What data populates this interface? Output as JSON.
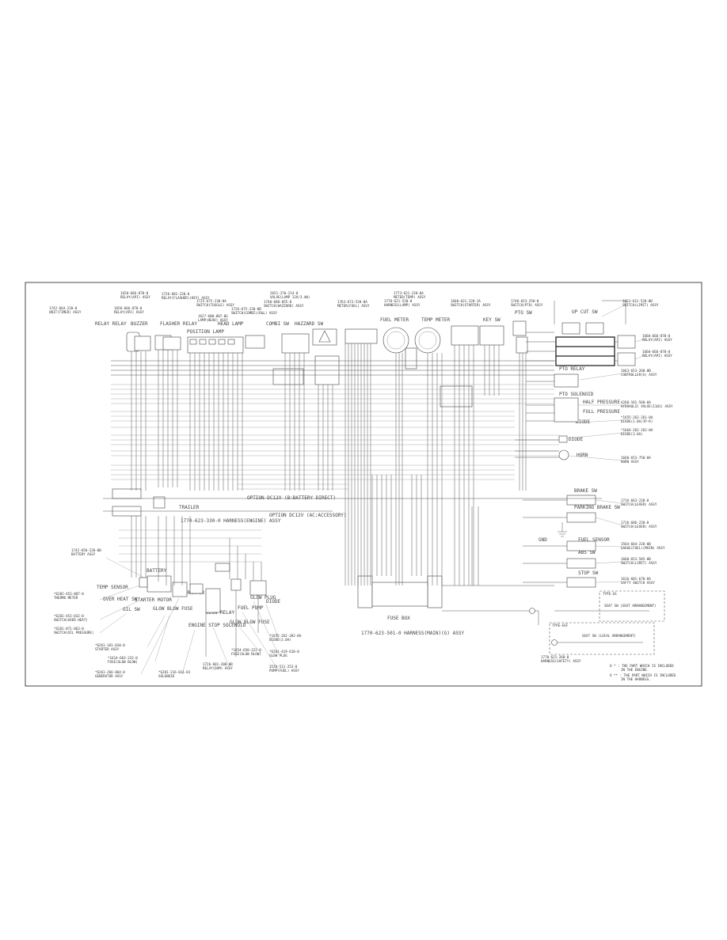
{
  "part_labels": {
    "unit_timer": [
      "1742-664-220-0",
      "UNIT(TIMER) ASSY"
    ],
    "relay_api_1": [
      "1650-666-870-0",
      "RELAY(API) ASSY"
    ],
    "relay_api_2": [
      "1650-666-870-0",
      "RELAY(API) ASSY"
    ],
    "relay_flasher": [
      "1726-681-220-0",
      "RELAY(FLASHER)(KEY) ASSY"
    ],
    "switch_toggle": [
      "1725-675-230-0A",
      "SWITCH(TOGGLE) ASSY"
    ],
    "lamp_head": [
      "1627-680-007-0G",
      "LAMP(HEAD) ASSY"
    ],
    "switch_combo": [
      "1726-675-220-0B",
      "SWITCH(COMBI)(R&L) ASSY"
    ],
    "valve_lamp": [
      "2651-270-214-0",
      "VALVE(LAMP 12V/3.4W)"
    ],
    "switch_hazzard": [
      "1740-680-055-0",
      "SWITCH(HAZZARD) ASSY"
    ],
    "meter_fuel": [
      "1763-673-520-0A",
      "METER(FUEL) ASSY"
    ],
    "meter_temp": [
      "1773-621-220-0A",
      "METER(TEMP) ASSY"
    ],
    "harness_lamp": [
      "1770-621-520-0",
      "HARNESS(LAMP) ASSY"
    ],
    "switch_starter": [
      "1660-621-220-1A",
      "SWITCH(STARTER) ASSY"
    ],
    "switch_pto": [
      "1740-653-250-0",
      "SWITCH(PTO) ASSY"
    ],
    "switch_limit_1": [
      "1663-631-520-0B",
      "SWITCH(LIMIT) ASSY"
    ],
    "relay_api_3": [
      "1660-666-870-0",
      "RELAY(API) ASSY"
    ],
    "relay_api_4": [
      "1660-666-870-0",
      "RELAY(API) ASSY"
    ],
    "controller": [
      "1663-653-260-0B",
      "CONTROLLER(G) ASSY"
    ],
    "hydraulic_valve": [
      "A260-181-560-0A",
      "HYDRAULIC VALVE(1101) ASSY"
    ],
    "diode_1": [
      "*1655-262-261-0A",
      "DIODE(1.0A/1P-R)"
    ],
    "diode_2": [
      "*1664-262-262-0A",
      "DIODE(3.0A)"
    ],
    "horn": [
      "1660-653-750-0A",
      "HORN ASSY"
    ],
    "switch_lever_1": [
      "1716-663-220-0",
      "SWITCH(LEVER) ASSY"
    ],
    "switch_lever_2": [
      "1716-686-220-0",
      "SWITCH(LEVER) ASSY"
    ],
    "gauge_fuel": [
      "1564-664-220-0B",
      "GAUGE(FUEL)(MAIN) ASSY"
    ],
    "switch_limit_2": [
      "1660-653-505-0B",
      "SWITCH(LIMIT) ASSY"
    ],
    "safety_switch": [
      "1616-601-670-0A",
      "SAFTY SWITCH ASSY"
    ],
    "battery": [
      "1742-650-220-0B",
      "BATTERY ASSY"
    ],
    "thermo_meter": [
      "*6282-453-007-0",
      "THERMO METER"
    ],
    "switch_over_heat": [
      "*6282-453-032-0",
      "SWITCH(OVER HEAT)"
    ],
    "switch_oil": [
      "*6281-071-063-0",
      "SWITCH(OIL PRESSURE)"
    ],
    "starter": [
      "*6261-181-010-0",
      "STARTER ASSY"
    ],
    "fuse_glow": [
      "*1614-663-232-0",
      "FUSE(GLOW BLOW)"
    ],
    "generator": [
      "*6261-266-064-0",
      "GENERATOR ASSY"
    ],
    "solenoid": [
      "*6281-216-011-01",
      "SOLENOID"
    ],
    "relay_dam": [
      "1726-681-200-0B",
      "RELAY(DAM) ASSY"
    ],
    "fuse_glow_blow": [
      "*1654-650-222-0",
      "FUSE(GLOW BLOW)"
    ],
    "diode_3": [
      "*1655-262-202-0A",
      "DIODE(3.0A)"
    ],
    "glow_plug": [
      "*6281-419-610-0",
      "GLOW PLUG"
    ],
    "pump_fuel": [
      "3520-511-253-0",
      "PUMP(FUEL) ASSY"
    ],
    "harness_safety": [
      "1770-621-260-0",
      "HARNESS(SAFETY) ASSY"
    ]
  },
  "component_titles": {
    "relay_relay": "RELAY RELAY",
    "buzzer": "BUZZER",
    "flasher_relay": "FLASHER RELAY",
    "position_lamp": "POSITION LAMP",
    "head_lamp": "HEAD LAMP",
    "combi_sw": "COMBI SW",
    "hazzard_sw": "HAZZARD SW",
    "fuel_meter": "FUEL METER",
    "temp_meter": "TEMP METER",
    "key_sw": "KEY SW",
    "pto_sw": "PTO SW",
    "up_cut_sw": "UP CUT SW",
    "pto_relay": "PTO RELAY",
    "pto_solenoid": "PTO SOLENOID",
    "half_pressure": "HALF PRESSURE",
    "full_pressure": "FULL PRESSURE",
    "diode": "DIODE",
    "horn": "HORN",
    "brake_sw": "BRAKE SW",
    "parking_brake_sw": "PARKING BRAKE SW",
    "gnd": "GND",
    "fuel_sensor": "FUEL SENSOR",
    "abs_sw": "ABS SW",
    "stop_sw": "STOP SW",
    "trailer": "TRAILER",
    "option_dc12v_1": "OPTION DC12V (B:BATTERY DIRECT)",
    "option_dc12v_2": "OPTION DC12V (AC:ACCESSORY)",
    "battery": "BATTERY",
    "temp_sensor": "TEMP SENSOR",
    "over_heat": "OVER HEAT SW",
    "oil_sw": "OIL SW",
    "starter_motor": "STARTER MOTOR",
    "glow_blow_fuse": "GLOW BLOW FUSE",
    "alternator": "ALTERNATOR",
    "engine_stop": "ENGINE STOP SOLENOID",
    "glow_relay": "GLOW RELAY",
    "glow_blow_fuse_2": "GLOW BLOW FUSE",
    "glow_plug": "GLOW PLUG",
    "fuel_pump": "FUEL PUMP",
    "diode_b": "DIODE",
    "fuse_box": "FUSE BOX",
    "type_gs": "TYPE-GS",
    "type_gsf": "TYPE-GSF",
    "seat_sw_1": "SEAT SW (SEAT ARRANGEMENT)",
    "seat_sw_2": "SEAT SW (LOCAL ARRANGEMENT)"
  },
  "harness_titles": {
    "engine": "1770-623-330-0 HARNESS(ENGINE) ASSY",
    "main": "1770-623-501-0 HARNESS(MAIN)(G) ASSY"
  },
  "notes": [
    "O * : THE PART WHICH IS INCLUDED",
    "IN THE ENGINE.",
    "O ** : THE PART WHICH IS INCLUDED",
    "IN THE HARNESS."
  ]
}
